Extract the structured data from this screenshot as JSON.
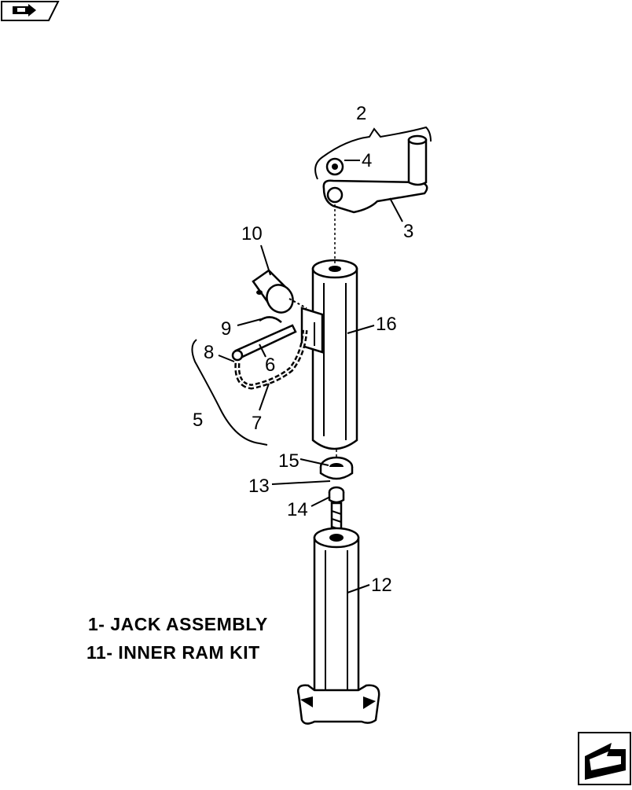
{
  "diagram": {
    "callouts": [
      "2",
      "4",
      "3",
      "10",
      "16",
      "9",
      "8",
      "6",
      "5",
      "7",
      "15",
      "13",
      "14",
      "12"
    ],
    "legend": [
      "1- JACK ASSEMBLY",
      "11- INNER RAM KIT"
    ]
  },
  "icons": {
    "top_left": "previous-page-icon",
    "bottom_right": "next-page-icon"
  },
  "colors": {
    "ink": "#000000",
    "paper": "#ffffff"
  }
}
